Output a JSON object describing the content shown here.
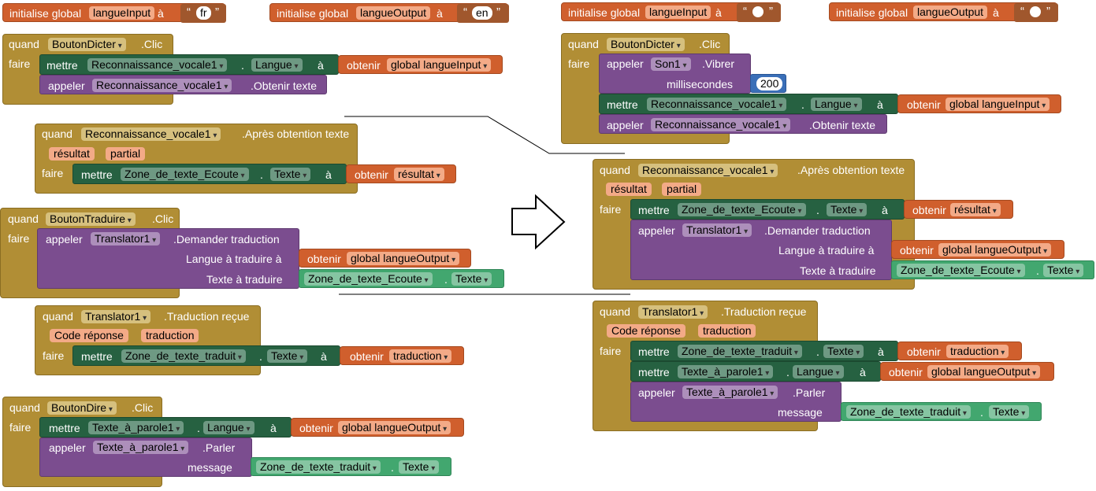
{
  "globals": {
    "init_label": "initialise global",
    "to": "à",
    "left": [
      {
        "name": "langueInput",
        "value": "fr"
      },
      {
        "name": "langueOutput",
        "value": "en"
      }
    ],
    "right": [
      {
        "name": "langueInput",
        "value": ""
      },
      {
        "name": "langueOutput",
        "value": ""
      }
    ]
  },
  "kw": {
    "quand": "quand",
    "faire": "faire",
    "mettre": "mettre",
    "appeler": "appeler",
    "obtenir": "obtenir",
    "a": "à",
    "dot": "."
  },
  "left_blocks": {
    "dicter": {
      "component": "BoutonDicter",
      "event": ".Clic",
      "set_component": "Reconnaissance_vocale1",
      "set_prop": "Langue",
      "get": "global langueInput",
      "call_component": "Reconnaissance_vocale1",
      "call_method": ".Obtenir texte"
    },
    "apres": {
      "component": "Reconnaissance_vocale1",
      "event": ".Après obtention texte",
      "params": [
        "résultat",
        "partial"
      ],
      "set_component": "Zone_de_texte_Ecoute",
      "set_prop": "Texte",
      "get": "résultat"
    },
    "traduire": {
      "component": "BoutonTraduire",
      "event": ".Clic",
      "call_component": "Translator1",
      "call_method": ".Demander traduction",
      "arg1_label": "Langue à traduire à",
      "arg1_get": "global langueOutput",
      "arg2_label": "Texte à traduire",
      "arg2_component": "Zone_de_texte_Ecoute",
      "arg2_prop": "Texte"
    },
    "recue": {
      "component": "Translator1",
      "event": ".Traduction reçue",
      "params": [
        "Code réponse",
        "traduction"
      ],
      "set_component": "Zone_de_texte_traduit",
      "set_prop": "Texte",
      "get": "traduction"
    },
    "dire": {
      "component": "BoutonDire",
      "event": ".Clic",
      "set_component": "Texte_à_parole1",
      "set_prop": "Langue",
      "get": "global langueOutput",
      "call_component": "Texte_à_parole1",
      "call_method": ".Parler",
      "arg_label": "message",
      "arg_component": "Zone_de_texte_traduit",
      "arg_prop": "Texte"
    }
  },
  "right_blocks": {
    "dicter": {
      "component": "BoutonDicter",
      "event": ".Clic",
      "call1_component": "Son1",
      "call1_method": ".Vibrer",
      "call1_arg_label": "millisecondes",
      "call1_arg_value": "200",
      "set_component": "Reconnaissance_vocale1",
      "set_prop": "Langue",
      "get": "global langueInput",
      "call2_component": "Reconnaissance_vocale1",
      "call2_method": ".Obtenir texte"
    },
    "apres": {
      "component": "Reconnaissance_vocale1",
      "event": ".Après obtention texte",
      "params": [
        "résultat",
        "partial"
      ],
      "set_component": "Zone_de_texte_Ecoute",
      "set_prop": "Texte",
      "get": "résultat",
      "call_component": "Translator1",
      "call_method": ".Demander traduction",
      "arg1_label": "Langue à traduire à",
      "arg1_get": "global langueOutput",
      "arg2_label": "Texte à traduire",
      "arg2_component": "Zone_de_texte_Ecoute",
      "arg2_prop": "Texte"
    },
    "recue": {
      "component": "Translator1",
      "event": ".Traduction reçue",
      "params": [
        "Code réponse",
        "traduction"
      ],
      "set1_component": "Zone_de_texte_traduit",
      "set1_prop": "Texte",
      "set1_get": "traduction",
      "set2_component": "Texte_à_parole1",
      "set2_prop": "Langue",
      "set2_get": "global langueOutput",
      "call_component": "Texte_à_parole1",
      "call_method": ".Parler",
      "arg_label": "message",
      "arg_component": "Zone_de_texte_traduit",
      "arg_prop": "Texte"
    }
  },
  "colors": {
    "event": "#b18e35",
    "variable": "#d05f2d",
    "setter": "#266141",
    "call": "#7b4d8f",
    "component": "#42a76f",
    "number": "#3a6fb8"
  },
  "icons": [
    "arrow-right-icon"
  ]
}
